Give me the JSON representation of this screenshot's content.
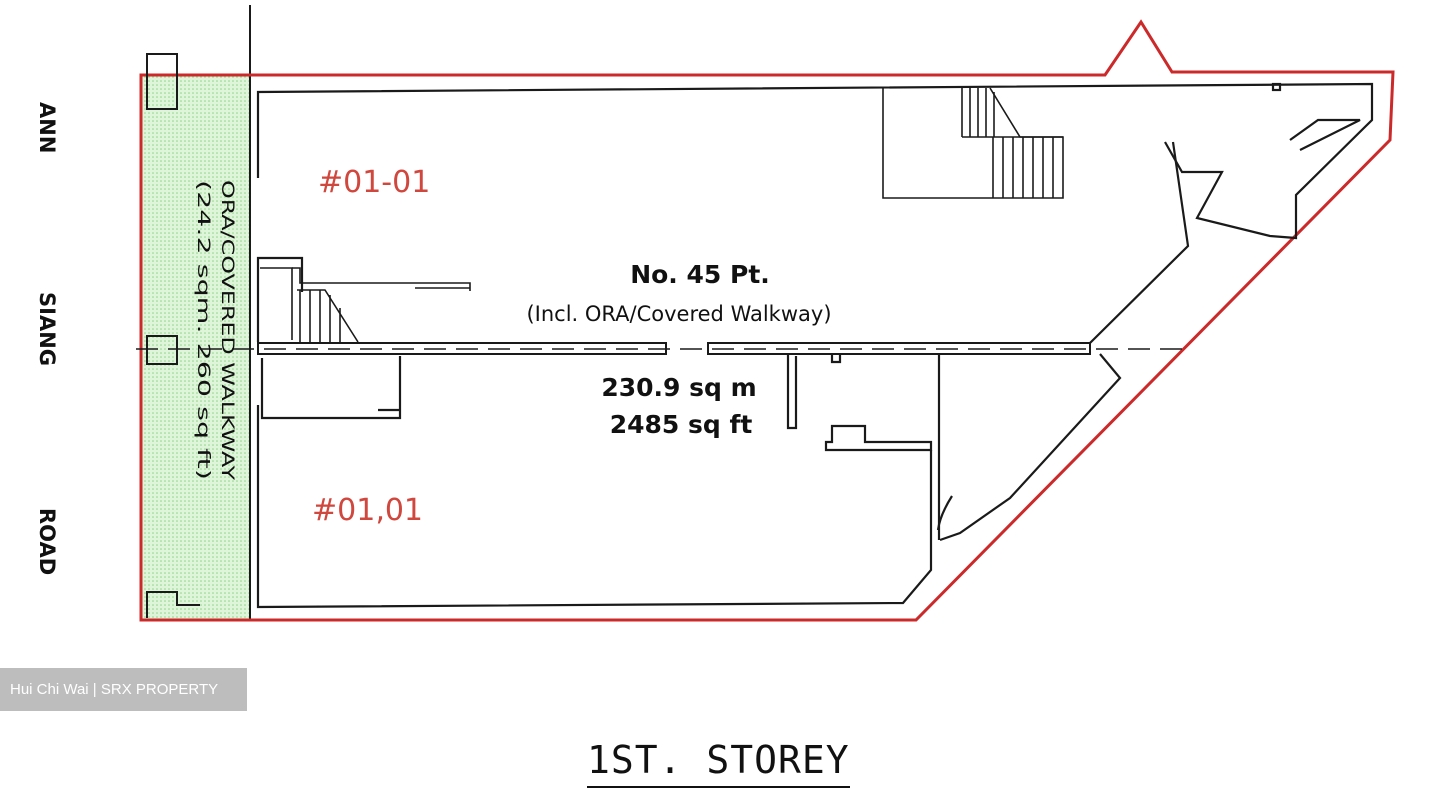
{
  "plan": {
    "units": {
      "upper": "#01-01",
      "lower": "#01‚01"
    },
    "title": "No. 45 Pt.",
    "subtitle": "(Incl. ORA/Covered Walkway)",
    "area_sqm": "230.9 sq m",
    "area_sqft": "2485 sq ft",
    "walkway": {
      "line1": "ORA/COVERED WALKWAY",
      "line2": "(24.2 sqm. 260 sq ft)"
    },
    "street": {
      "word1": "ANN",
      "word2": "SIANG",
      "word3": "ROAD"
    },
    "colors": {
      "boundary": "#cc2a2a",
      "walkway_fill": "#d4f0cf",
      "walls": "#1a1a1a",
      "unit_label": "#d0473e"
    }
  },
  "watermark": "Hui Chi Wai | SRX PROPERTY",
  "storey_title": "1ST. STOREY"
}
